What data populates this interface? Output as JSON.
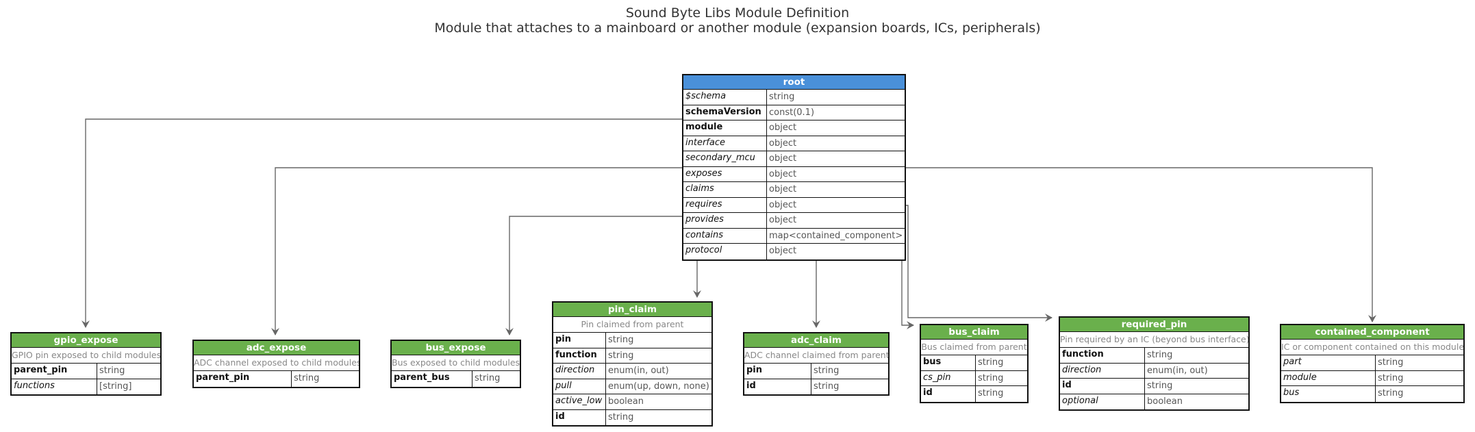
{
  "title": "Sound Byte Libs Module Definition",
  "subtitle": "Module that attaches to a mainboard or another module (expansion boards, ICs, peripherals)",
  "colors": {
    "root_header": "#4a90d9",
    "def_header": "#6ab04c",
    "edge": "#666666"
  },
  "root": {
    "name": "root",
    "fields": [
      {
        "name": "$schema",
        "type": "string",
        "style": "i"
      },
      {
        "name": "schemaVersion",
        "type": "const(0.1)",
        "style": "b"
      },
      {
        "name": "module",
        "type": "object",
        "style": "b"
      },
      {
        "name": "interface",
        "type": "object",
        "style": "i"
      },
      {
        "name": "secondary_mcu",
        "type": "object",
        "style": "i"
      },
      {
        "name": "exposes",
        "type": "object",
        "style": "i"
      },
      {
        "name": "claims",
        "type": "object",
        "style": "i"
      },
      {
        "name": "requires",
        "type": "object",
        "style": "i"
      },
      {
        "name": "provides",
        "type": "object",
        "style": "i"
      },
      {
        "name": "contains",
        "type": "map<contained_component>",
        "style": "i"
      },
      {
        "name": "protocol",
        "type": "object",
        "style": "i"
      }
    ]
  },
  "definitions": [
    {
      "id": "gpio_expose",
      "name": "gpio_expose",
      "description": "GPIO pin exposed to child modules",
      "fields": [
        {
          "name": "parent_pin",
          "type": "string",
          "style": "b"
        },
        {
          "name": "functions",
          "type": "[string]",
          "style": "i"
        }
      ]
    },
    {
      "id": "adc_expose",
      "name": "adc_expose",
      "description": "ADC channel exposed to child modules",
      "fields": [
        {
          "name": "parent_pin",
          "type": "string",
          "style": "b"
        }
      ]
    },
    {
      "id": "bus_expose",
      "name": "bus_expose",
      "description": "Bus exposed to child modules",
      "fields": [
        {
          "name": "parent_bus",
          "type": "string",
          "style": "b"
        }
      ]
    },
    {
      "id": "pin_claim",
      "name": "pin_claim",
      "description": "Pin claimed from parent",
      "fields": [
        {
          "name": "pin",
          "type": "string",
          "style": "b"
        },
        {
          "name": "function",
          "type": "string",
          "style": "b"
        },
        {
          "name": "direction",
          "type": "enum(in, out)",
          "style": "i"
        },
        {
          "name": "pull",
          "type": "enum(up, down, none)",
          "style": "i"
        },
        {
          "name": "active_low",
          "type": "boolean",
          "style": "i"
        },
        {
          "name": "id",
          "type": "string",
          "style": "b"
        }
      ]
    },
    {
      "id": "adc_claim",
      "name": "adc_claim",
      "description": "ADC channel claimed from parent",
      "fields": [
        {
          "name": "pin",
          "type": "string",
          "style": "b"
        },
        {
          "name": "id",
          "type": "string",
          "style": "b"
        }
      ]
    },
    {
      "id": "bus_claim",
      "name": "bus_claim",
      "description": "Bus claimed from parent",
      "fields": [
        {
          "name": "bus",
          "type": "string",
          "style": "b"
        },
        {
          "name": "cs_pin",
          "type": "string",
          "style": "i"
        },
        {
          "name": "id",
          "type": "string",
          "style": "b"
        }
      ]
    },
    {
      "id": "required_pin",
      "name": "required_pin",
      "description": "Pin required by an IC (beyond bus interface)",
      "fields": [
        {
          "name": "function",
          "type": "string",
          "style": "b"
        },
        {
          "name": "direction",
          "type": "enum(in, out)",
          "style": "i"
        },
        {
          "name": "id",
          "type": "string",
          "style": "b"
        },
        {
          "name": "optional",
          "type": "boolean",
          "style": "i"
        }
      ]
    },
    {
      "id": "contained_component",
      "name": "contained_component",
      "description": "IC or component contained on this module",
      "fields": [
        {
          "name": "part",
          "type": "string",
          "style": "i"
        },
        {
          "name": "module",
          "type": "string",
          "style": "i"
        },
        {
          "name": "bus",
          "type": "string",
          "style": "i"
        }
      ]
    }
  ]
}
